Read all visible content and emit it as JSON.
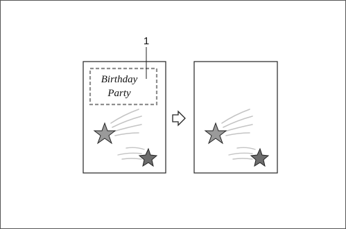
{
  "callout": {
    "number": "1"
  },
  "card_before": {
    "title_line1": "Birthday",
    "title_line2": "Party"
  },
  "arrow": {
    "icon": "outline-right-arrow-icon"
  },
  "colors": {
    "star_light": "#9a9a9a",
    "star_dark": "#6c6c6c",
    "dashed_box": "#8f8f8f",
    "trail": "#c4c4c4"
  }
}
